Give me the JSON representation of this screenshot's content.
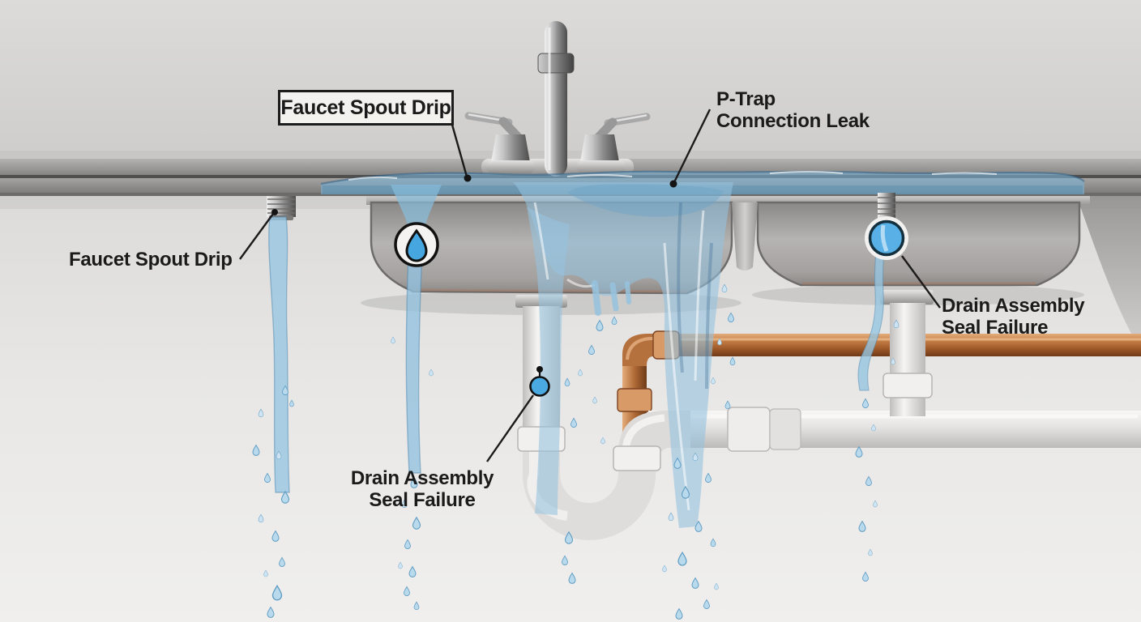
{
  "labels": {
    "faucet_boxed": "Faucet Spout Drip",
    "p_trap_line1": "P-Trap",
    "p_trap_line2": "Connection Leak",
    "faucet_side": "Faucet Spout Drip",
    "drain_right_line1": "Drain Assembly",
    "drain_right_line2": "Seal Failure",
    "drain_bottom_line1": "Drain Assembly",
    "drain_bottom_line2": "Seal Failure"
  },
  "icons": {
    "left_sink_marker": "water-droplet-badge-icon",
    "right_drain_marker": "leak-spot-badge-icon",
    "p_trap_marker": "leak-pin-icon",
    "leader_lines": "callout-leader-line"
  },
  "colors": {
    "label_text": "#1a1a1a",
    "leader_line": "#1b1b1b",
    "callout_border": "#1c1c1c",
    "callout_bg": "#f7f6f4",
    "water": "#8cc0de",
    "water_deep": "#5d9cc4",
    "badge_blue": "#4aa9e0",
    "badge_ring_white": "#f2f1ef",
    "copper_pipe": "#b06a36",
    "pvc_pipe": "#e8e7e5",
    "stainless_steel": "#a8a6a4",
    "countertop_gray": "#8f8e8c",
    "wall_gray": "#d7d6d4"
  }
}
